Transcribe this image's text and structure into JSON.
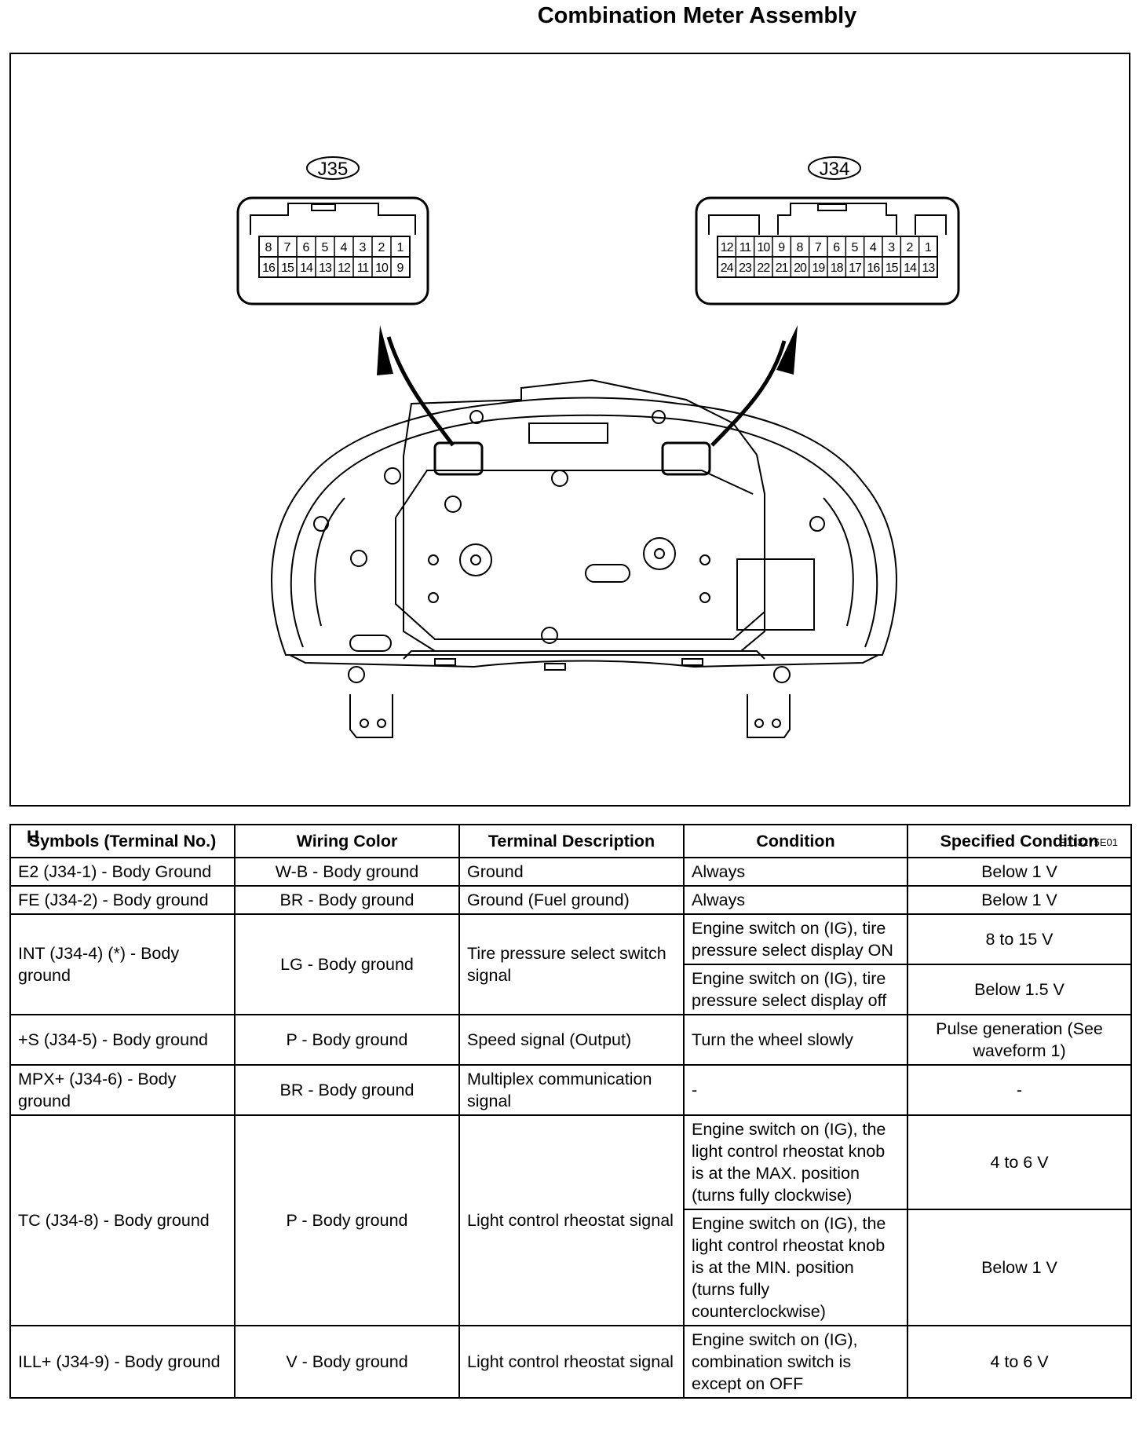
{
  "title": "Combination Meter Assembly",
  "figure": {
    "letter": "H",
    "code": "E113275E01",
    "connectors": [
      {
        "label": "J35",
        "top_pins": [
          "8",
          "7",
          "6",
          "5",
          "4",
          "3",
          "2",
          "1"
        ],
        "bottom_pins": [
          "16",
          "15",
          "14",
          "13",
          "12",
          "11",
          "10",
          "9"
        ]
      },
      {
        "label": "J34",
        "top_pins": [
          "12",
          "11",
          "10",
          "9",
          "8",
          "7",
          "6",
          "5",
          "4",
          "3",
          "2",
          "1"
        ],
        "bottom_pins": [
          "24",
          "23",
          "22",
          "21",
          "20",
          "19",
          "18",
          "17",
          "16",
          "15",
          "14",
          "13"
        ]
      }
    ]
  },
  "table": {
    "headers": [
      "Symbols (Terminal No.)",
      "Wiring Color",
      "Terminal Description",
      "Condition",
      "Specified Condition"
    ],
    "rows": [
      {
        "symbol": "E2 (J34-1) - Body Ground",
        "wiring": "W-B - Body ground",
        "description": "Ground",
        "conditions": [
          {
            "condition": "Always",
            "specified": "Below 1 V"
          }
        ]
      },
      {
        "symbol": "FE (J34-2) - Body ground",
        "wiring": "BR - Body ground",
        "description": "Ground (Fuel ground)",
        "conditions": [
          {
            "condition": "Always",
            "specified": "Below 1 V"
          }
        ]
      },
      {
        "symbol": "INT (J34-4) (*) - Body ground",
        "wiring": "LG - Body ground",
        "description": "Tire pressure select switch signal",
        "conditions": [
          {
            "condition": "Engine switch on (IG), tire pressure select display ON",
            "specified": "8 to 15 V"
          },
          {
            "condition": "Engine switch on (IG), tire pressure select display off",
            "specified": "Below 1.5 V"
          }
        ]
      },
      {
        "symbol": "+S (J34-5) - Body ground",
        "wiring": "P - Body ground",
        "description": "Speed signal (Output)",
        "conditions": [
          {
            "condition": "Turn the wheel slowly",
            "specified": "Pulse generation (See waveform 1)"
          }
        ]
      },
      {
        "symbol": "MPX+ (J34-6) - Body ground",
        "wiring": "BR - Body ground",
        "description": "Multiplex communication signal",
        "conditions": [
          {
            "condition": "-",
            "specified": "-"
          }
        ]
      },
      {
        "symbol": "TC (J34-8) - Body ground",
        "wiring": "P - Body ground",
        "description": "Light control rheostat signal",
        "conditions": [
          {
            "condition": "Engine switch on (IG), the light control rheostat knob is at the MAX. position (turns fully clockwise)",
            "specified": "4 to 6 V"
          },
          {
            "condition": "Engine switch on (IG), the light control rheostat knob is at the MIN. position (turns fully counterclockwise)",
            "specified": "Below 1 V"
          }
        ]
      },
      {
        "symbol": "ILL+ (J34-9) -  Body ground",
        "wiring": "V - Body ground",
        "description": "Light control rheostat signal",
        "conditions": [
          {
            "condition": "Engine switch on (IG), combination switch is except on OFF",
            "specified": "4 to 6 V"
          }
        ]
      }
    ]
  }
}
